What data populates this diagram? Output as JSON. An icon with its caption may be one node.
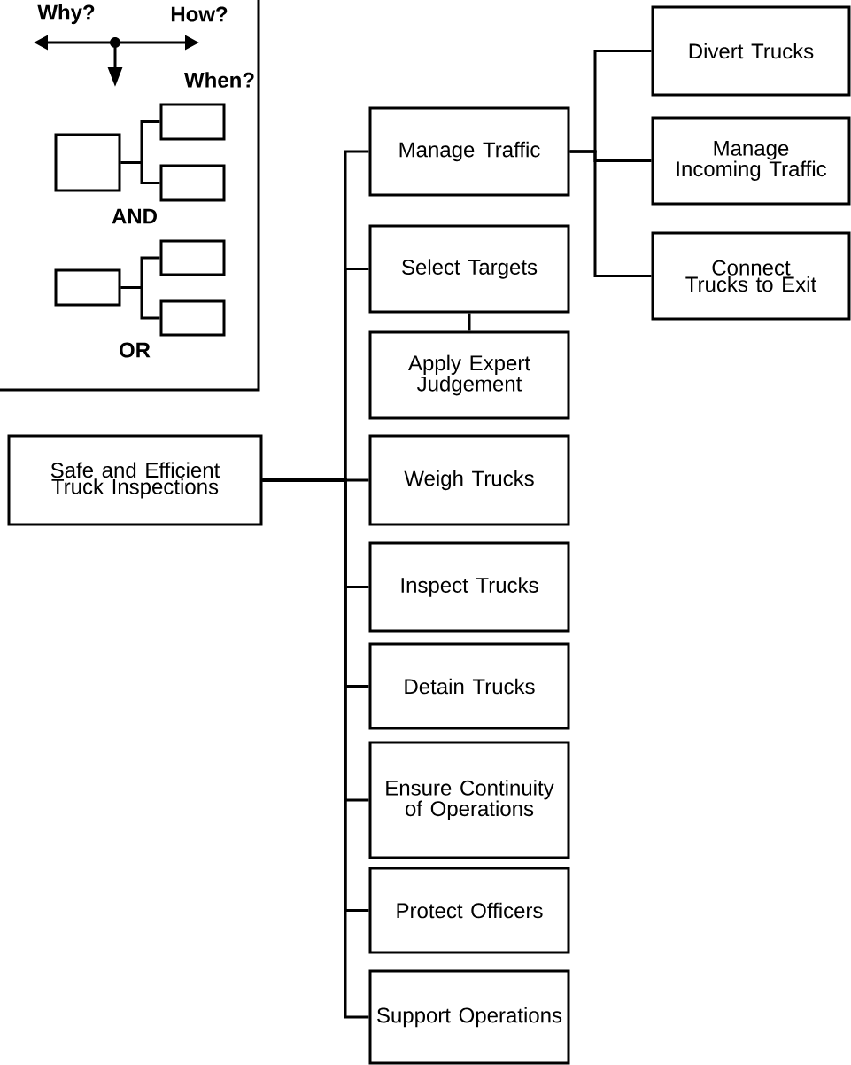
{
  "diagram": {
    "nodes": [
      {
        "text": [
          "Safe and Efficient Truck Inspections"
        ]
      },
      {
        "text": [
          "Manage Traffic"
        ]
      },
      {
        "text": [
          "Divert Trucks"
        ]
      },
      {
        "text": [
          "Manage Incoming Traffic"
        ]
      },
      {
        "text": [
          "Connect Trucks to Exit"
        ]
      },
      {
        "text": [
          "Select Targets"
        ]
      },
      {
        "text": [
          "Apply Expert Judgement"
        ]
      },
      {
        "text": [
          "Weigh Trucks"
        ]
      },
      {
        "text": [
          "Inspect Trucks"
        ]
      },
      {
        "text": [
          "Detain Trucks"
        ]
      },
      {
        "text": [
          "Ensure Continuity of Operations"
        ]
      },
      {
        "text": [
          "Protect Officers"
        ]
      },
      {
        "text": [
          "Support Operations"
        ]
      },
      {
        "text": [],
        "shape": "box"
      },
      {
        "text": [],
        "shape": "box"
      },
      {
        "text": [],
        "shape": "box"
      },
      {
        "text": [],
        "shape": "box"
      },
      {
        "text": [],
        "shape": "box"
      },
      {
        "text": [],
        "shape": "box"
      }
    ],
    "edges": [
      {
        "from": 0,
        "to": 1,
        "arrow": "none"
      },
      {
        "from": 0,
        "to": 5,
        "arrow": "none"
      },
      {
        "from": 0,
        "to": 7,
        "arrow": "none"
      },
      {
        "from": 0,
        "to": 8,
        "arrow": "none"
      },
      {
        "from": 0,
        "to": 9,
        "arrow": "none"
      },
      {
        "from": 0,
        "to": 10,
        "arrow": "none"
      },
      {
        "from": 0,
        "to": 11,
        "arrow": "none"
      },
      {
        "from": 0,
        "to": 12,
        "arrow": "none"
      },
      {
        "from": 1,
        "to": 2,
        "arrow": "none"
      },
      {
        "from": 1,
        "to": 3,
        "arrow": "none"
      },
      {
        "from": 1,
        "to": 4,
        "arrow": "none"
      },
      {
        "from": 5,
        "to": 6,
        "arrow": "none"
      },
      {
        "from": 13,
        "to": 14,
        "arrow": "none"
      },
      {
        "from": 13,
        "to": 15,
        "arrow": "none"
      },
      {
        "from": 16,
        "to": 17,
        "arrow": "none"
      },
      {
        "from": 16,
        "to": 18,
        "arrow": "none"
      }
    ],
    "labels": [
      "Why?",
      "How?",
      "When?",
      "AND",
      "OR"
    ]
  }
}
